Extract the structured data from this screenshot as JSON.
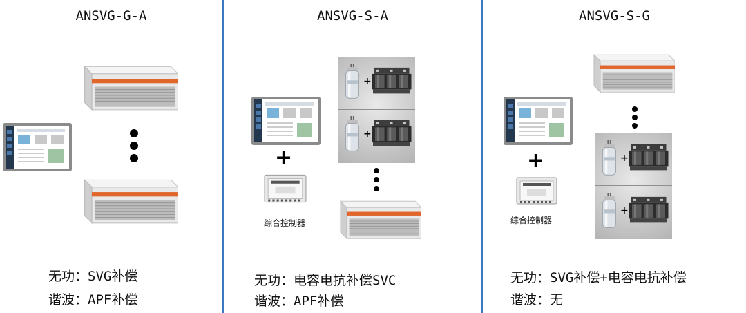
{
  "columns": [
    {
      "title": "ANSVG-G-A",
      "reactive": "无功：SVG补偿",
      "harmonic": "谐波：APF补偿"
    },
    {
      "title": "ANSVG-S-A",
      "controller_label": "综合控制器",
      "reactive": "无功：电容电抗补偿SVC",
      "harmonic": "谐波：APF补偿"
    },
    {
      "title": "ANSVG-S-G",
      "controller_label": "综合控制器",
      "reactive": "无功：SVG补偿+电容电抗补偿",
      "harmonic": "谐波：无"
    }
  ],
  "symbols": {
    "plus": "+"
  },
  "colors": {
    "divider": "#3a78c2",
    "accent_orange": "#e0662b"
  }
}
